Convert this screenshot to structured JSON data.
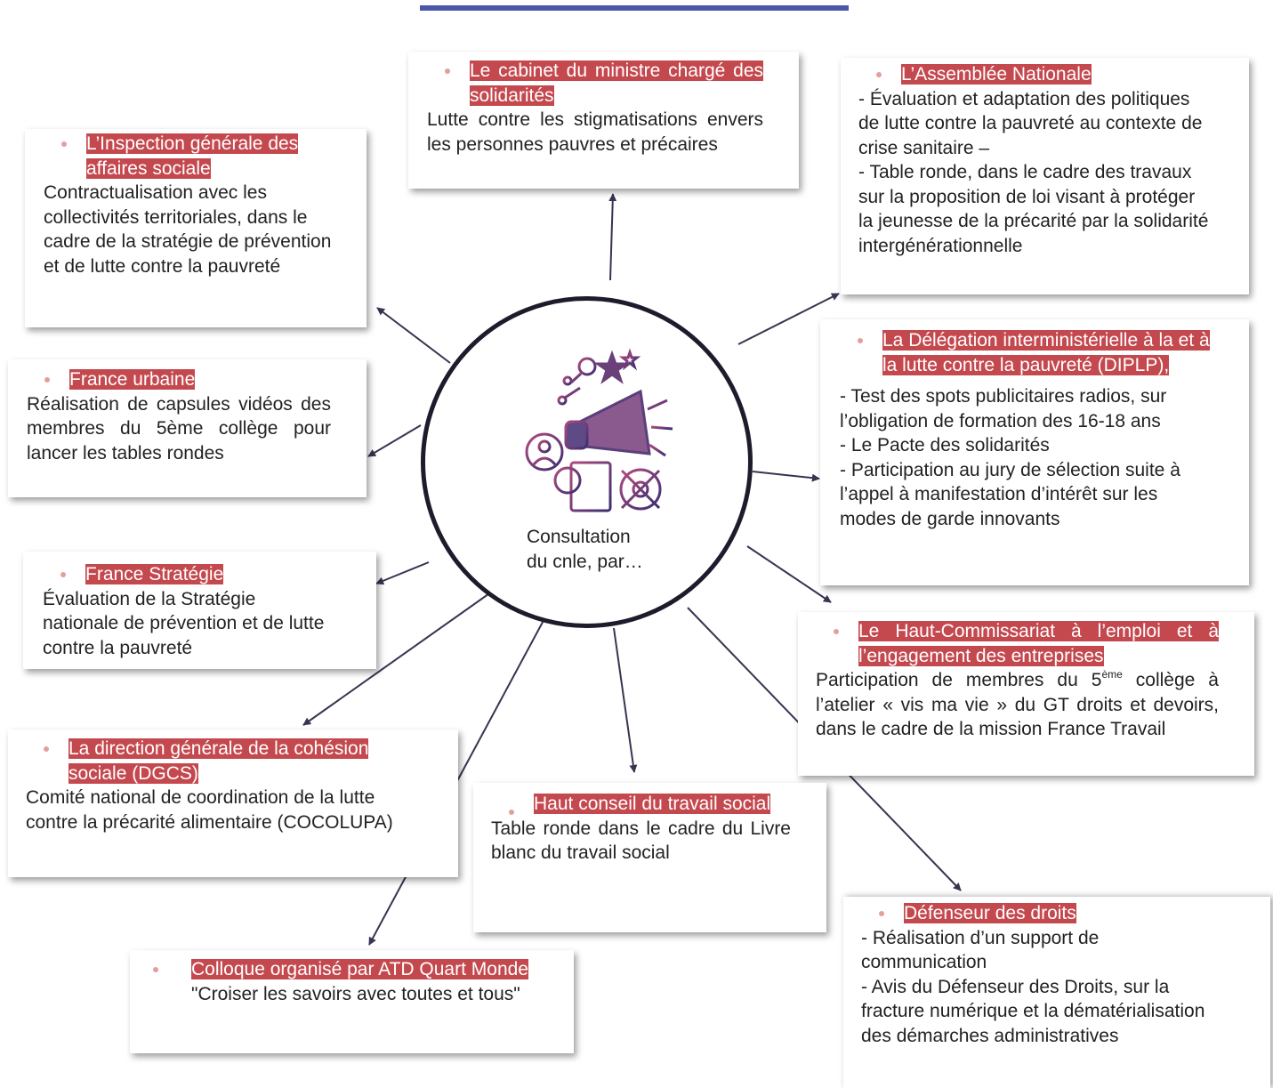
{
  "center": {
    "label_line1": "Consultation",
    "label_line2": "du cnle, par…",
    "icon": "megaphone-marketing-icon"
  },
  "colors": {
    "header_bg": "#c4494f",
    "bullet": "#e2a09c",
    "arrow": "#3a3350",
    "top_bar": "#4b57a8"
  },
  "boxes": {
    "cabinet": {
      "title": "Le cabinet du ministre chargé des solidarités",
      "body": "Lutte contre les stigmatisations envers les personnes pauvres et précaires"
    },
    "assemblee": {
      "title": "L’Assemblée Nationale",
      "body": "- Évaluation et adaptation des politiques de lutte contre la pauvreté au contexte de crise sanitaire –\n- Table ronde, dans le cadre des travaux sur la proposition de loi visant à protéger la jeunesse de la précarité par la solidarité intergénérationnelle"
    },
    "igas": {
      "title": "L’Inspection générale des affaires sociale",
      "body": "Contractualisation avec les collectivités territoriales, dans le cadre de la stratégie de prévention et de lutte contre la pauvreté"
    },
    "france_urbaine": {
      "title": "France urbaine",
      "body": "Réalisation de capsules vidéos des membres du 5ème collège pour lancer les tables rondes"
    },
    "diplp": {
      "title": "La Délégation interministérielle à la et à la lutte contre la pauvreté (DIPLP),",
      "body": "- Test des spots publicitaires radios, sur l’obligation de formation des 16-18 ans\n- Le Pacte des solidarités\n- Participation au jury de sélection suite à l’appel à manifestation d’intérêt sur les modes de garde innovants"
    },
    "france_strategie": {
      "title": "France Stratégie",
      "body": "Évaluation de la Stratégie nationale de prévention et de lutte contre la pauvreté"
    },
    "haut_commissariat": {
      "title": "Le Haut-Commissariat à l’emploi et à l’engagement des entreprises",
      "body_before": "Participation de membres du 5",
      "body_sup": "ème",
      "body_after": " collège à l’atelier « vis ma vie » du GT droits et devoirs, dans le cadre de la mission France Travail"
    },
    "dgcs": {
      "title": "La direction générale de la cohésion sociale (DGCS)",
      "body": "Comité national de coordination de la lutte contre la précarité alimentaire (COCOLUPA)"
    },
    "hcts": {
      "title": "Haut conseil du travail social",
      "body": "Table ronde dans le cadre du Livre blanc du travail social"
    },
    "defenseur": {
      "title": "Défenseur des droits",
      "body": "- Réalisation d’un support de communication\n- Avis du Défenseur des Droits, sur la fracture numérique et la dématérialisation des démarches administratives"
    },
    "atd": {
      "title": "Colloque organisé par ATD Quart Monde",
      "body": " \"Croiser les savoirs avec toutes et tous\""
    }
  }
}
